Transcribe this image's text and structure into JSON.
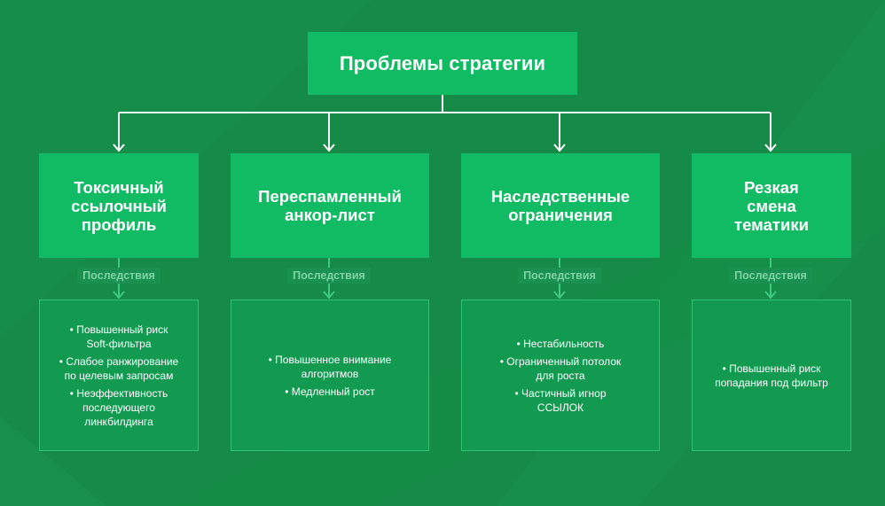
{
  "root": {
    "title": "Проблемы стратегии"
  },
  "branches": [
    {
      "title": "Токсичный\nссылочный\nпрофиль",
      "consequence_label": "Последствия",
      "effects": [
        "•  Повышенный риск\nSoft-фильтра",
        "•  Слабое ранжирование\nпо целевым запросам",
        "•  Неэффективность\nпоследующего\nлинкбилдинга"
      ]
    },
    {
      "title": "Переспамленный\nанкор-лист",
      "consequence_label": "Последствия",
      "effects": [
        "•  Повышенное внимание\nалгоритмов",
        "•  Медленный рост"
      ]
    },
    {
      "title": "Наследственные\nограничения",
      "consequence_label": "Последствия",
      "effects": [
        "•  Нестабильность",
        "•  Ограниченный потолок\nдля роста",
        "•  Частичный игнор\nССЫЛОК"
      ]
    },
    {
      "title": "Резкая\nсмена\nтематики",
      "consequence_label": "Последствия",
      "effects": [
        "•  Повышенный риск\nпопадания под фильтр"
      ]
    }
  ],
  "colors": {
    "background": "#168a47",
    "box_fill": "#10bb63",
    "effects_fill": "#129a51",
    "effects_border": "#2ec272",
    "label_text": "#7fd3a3",
    "connector_top": "#ffffff",
    "connector_bottom": "#3fcb7d"
  }
}
